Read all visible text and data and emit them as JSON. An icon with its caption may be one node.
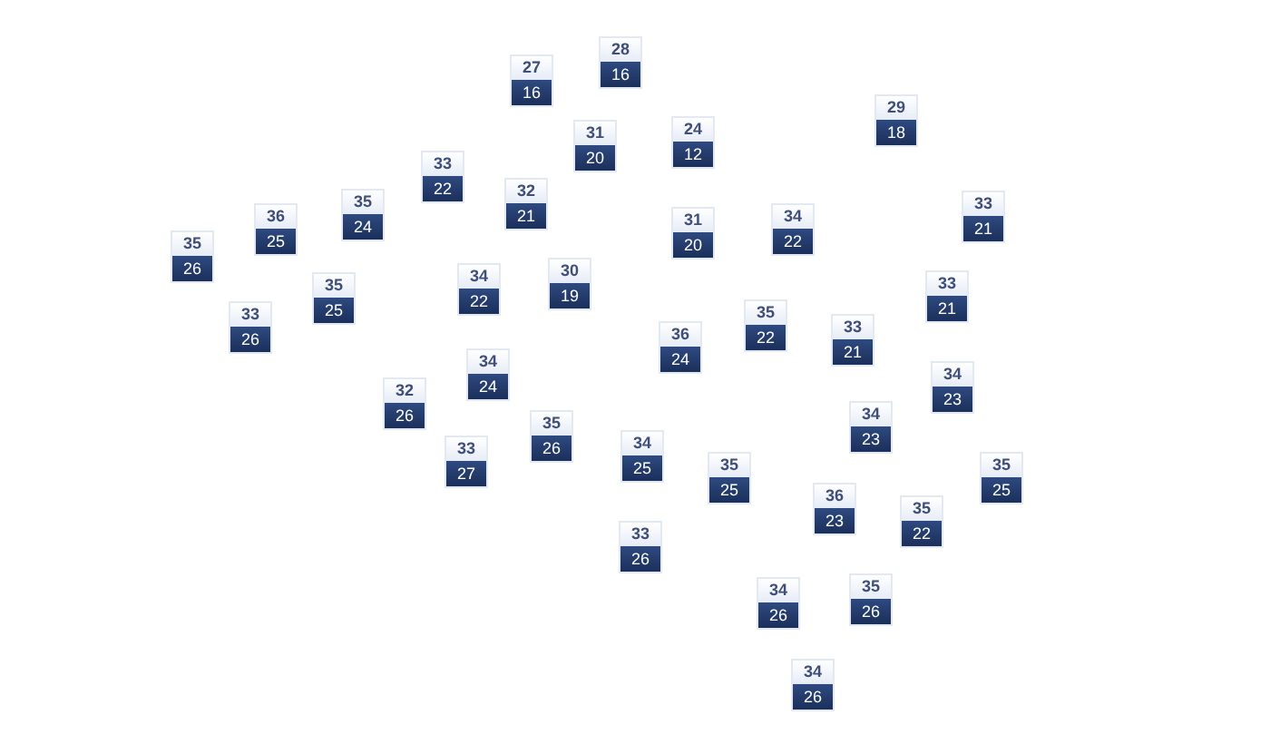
{
  "diagram": {
    "nodes": [
      {
        "text": [
          "28",
          "16"
        ]
      },
      {
        "text": [
          "27",
          "16"
        ]
      },
      {
        "text": [
          "29",
          "18"
        ]
      },
      {
        "text": [
          "24",
          "12"
        ]
      },
      {
        "text": [
          "31",
          "20"
        ]
      },
      {
        "text": [
          "33",
          "22"
        ]
      },
      {
        "text": [
          "32",
          "21"
        ]
      },
      {
        "text": [
          "33",
          "21"
        ]
      },
      {
        "text": [
          "35",
          "24"
        ]
      },
      {
        "text": [
          "31",
          "20"
        ]
      },
      {
        "text": [
          "34",
          "22"
        ]
      },
      {
        "text": [
          "36",
          "25"
        ]
      },
      {
        "text": [
          "35",
          "26"
        ]
      },
      {
        "text": [
          "30",
          "19"
        ]
      },
      {
        "text": [
          "34",
          "22"
        ]
      },
      {
        "text": [
          "33",
          "21"
        ]
      },
      {
        "text": [
          "35",
          "25"
        ]
      },
      {
        "text": [
          "35",
          "22"
        ]
      },
      {
        "text": [
          "33",
          "26"
        ]
      },
      {
        "text": [
          "33",
          "21"
        ]
      },
      {
        "text": [
          "36",
          "24"
        ]
      },
      {
        "text": [
          "34",
          "23"
        ]
      },
      {
        "text": [
          "34",
          "24"
        ]
      },
      {
        "text": [
          "32",
          "26"
        ]
      },
      {
        "text": [
          "34",
          "23"
        ]
      },
      {
        "text": [
          "35",
          "26"
        ]
      },
      {
        "text": [
          "34",
          "25"
        ]
      },
      {
        "text": [
          "33",
          "27"
        ]
      },
      {
        "text": [
          "35",
          "25"
        ]
      },
      {
        "text": [
          "35",
          "25"
        ]
      },
      {
        "text": [
          "36",
          "23"
        ]
      },
      {
        "text": [
          "35",
          "22"
        ]
      },
      {
        "text": [
          "33",
          "26"
        ]
      },
      {
        "text": [
          "34",
          "26"
        ]
      },
      {
        "text": [
          "35",
          "26"
        ]
      },
      {
        "text": [
          "34",
          "26"
        ]
      }
    ]
  }
}
